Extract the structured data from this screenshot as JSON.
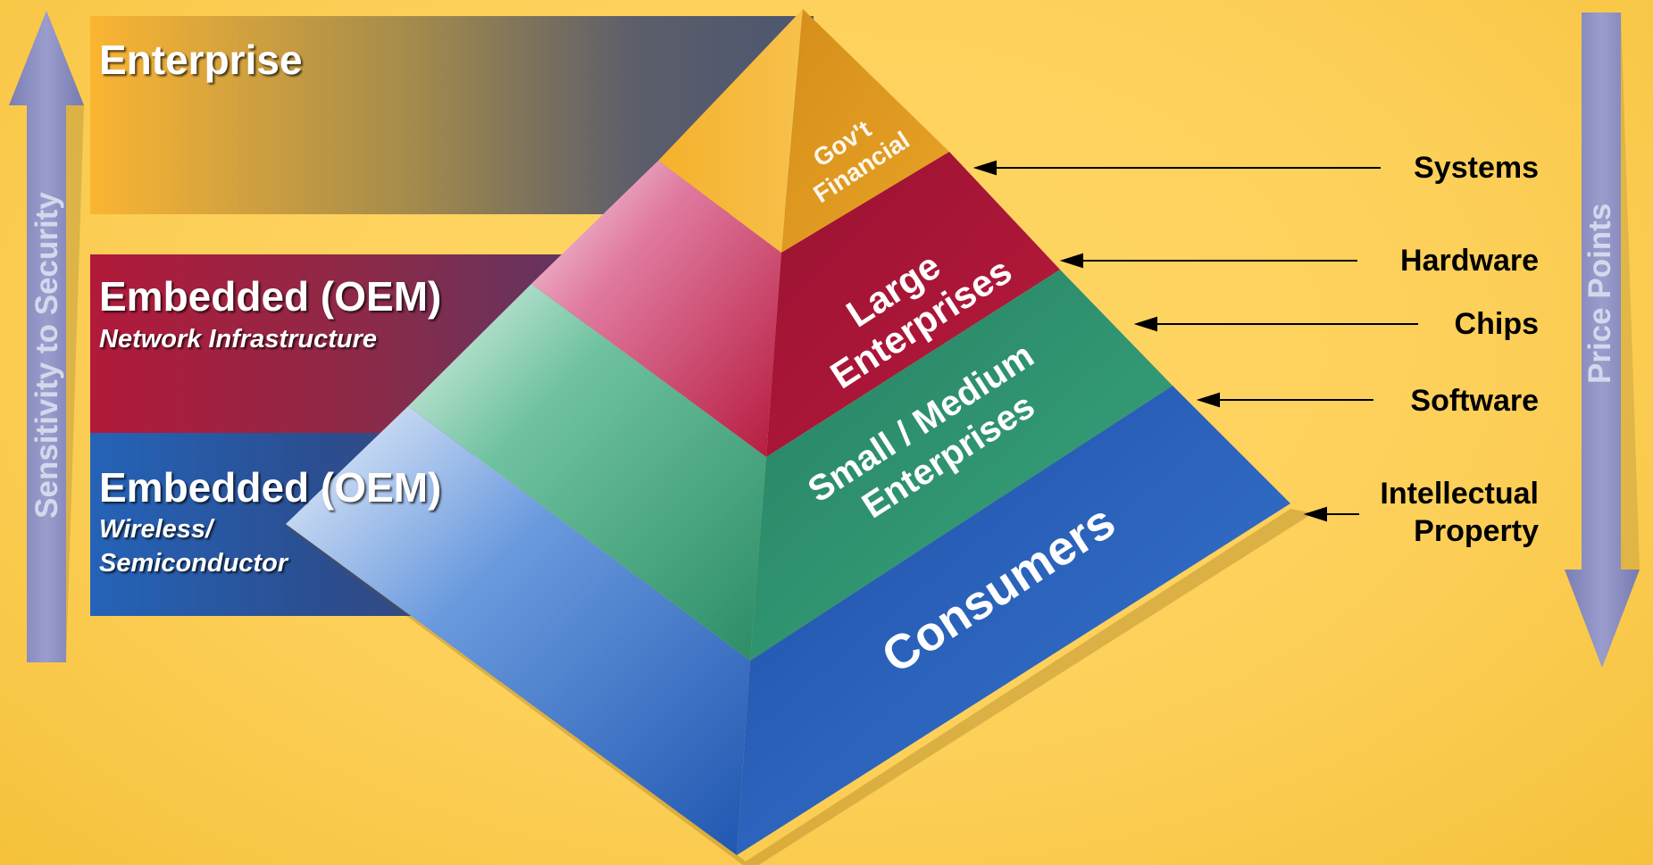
{
  "left_bands": {
    "enterprise": {
      "title": "Enterprise"
    },
    "embedded_network": {
      "title": "Embedded (OEM)",
      "subtitle": "Network Infrastructure"
    },
    "embedded_wireless": {
      "title": "Embedded (OEM)",
      "subtitle_line1": "Wireless/",
      "subtitle_line2": "Semiconductor"
    }
  },
  "pyramid": {
    "tier1_line1": "Gov't",
    "tier1_line2": "Financial",
    "tier2_line1": "Large",
    "tier2_line2": "Enterprises",
    "tier3_line1": "Small / Medium",
    "tier3_line2": "Enterprises",
    "tier4": "Consumers"
  },
  "right_labels": {
    "systems": "Systems",
    "hardware": "Hardware",
    "chips": "Chips",
    "software": "Software",
    "ip_line1": "Intellectual",
    "ip_line2": "Property"
  },
  "arrows": {
    "left": "Sensitivity to Security",
    "right": "Price Points"
  },
  "colors": {
    "background": "#fdd05a",
    "arrow": "#8e91c0",
    "enterprise_band": "#fbb532",
    "network_band": "#b21a3a",
    "wireless_band": "#2563b8",
    "tier1": "#f2a926",
    "tier2": "#b81a3c",
    "tier3": "#2f9a73",
    "tier4": "#2f66c0"
  }
}
